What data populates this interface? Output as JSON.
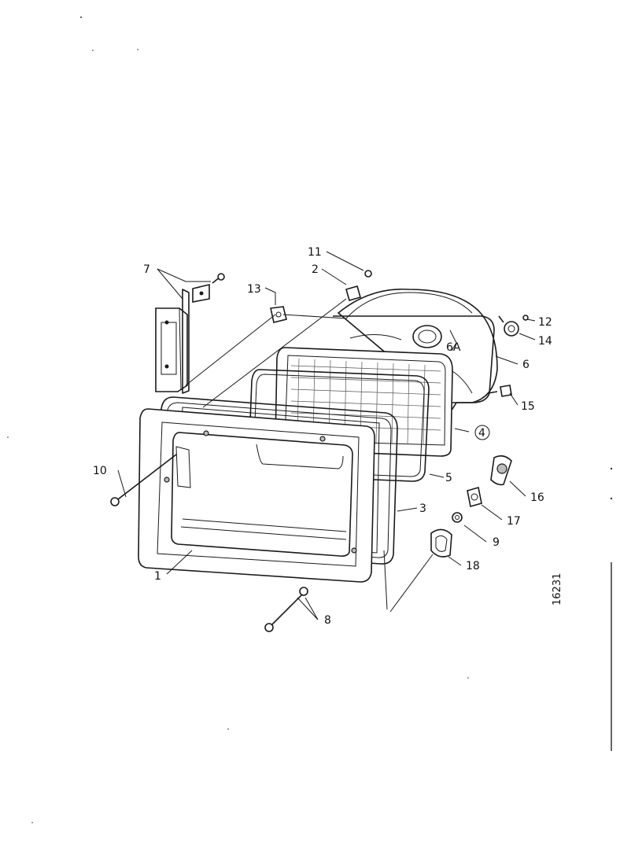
{
  "diagram": {
    "callouts": {
      "c1": "1",
      "c2": "2",
      "c3": "3",
      "c4": "4",
      "c5": "5",
      "c6": "6",
      "c6a": "6A",
      "c7": "7",
      "c8": "8",
      "c9": "9",
      "c10": "10",
      "c11": "11",
      "c12": "12",
      "c13": "13",
      "c14": "14",
      "c15": "15",
      "c16": "16",
      "c17": "17",
      "c18": "18"
    },
    "drawing_number": "16231"
  }
}
